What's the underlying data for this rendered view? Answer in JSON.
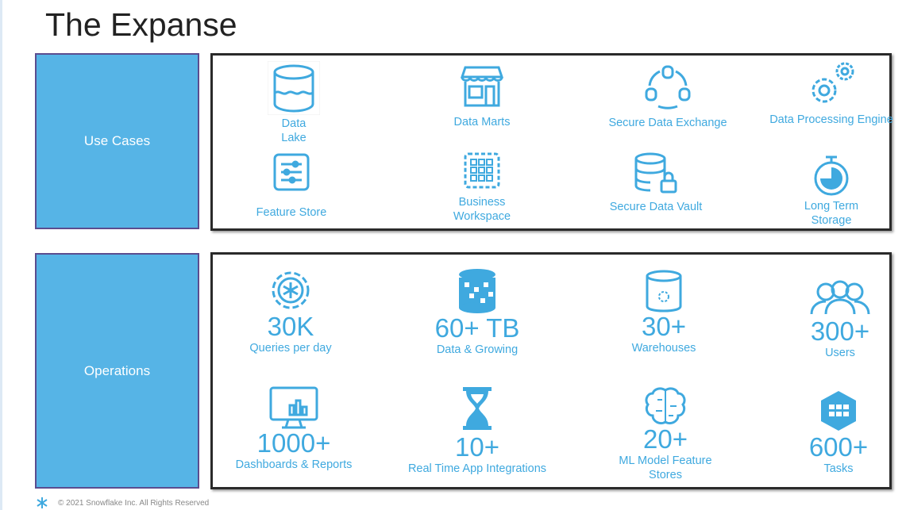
{
  "title": "The Expanse",
  "use_cases": {
    "label": "Use Cases",
    "items": [
      {
        "label": "Data Lake",
        "icon": "data-lake-icon"
      },
      {
        "label": "Data Marts",
        "icon": "storefront-icon"
      },
      {
        "label": "Secure Data Exchange",
        "icon": "data-exchange-icon"
      },
      {
        "label": "Data Processing Engine",
        "icon": "gears-icon"
      },
      {
        "label": "Feature Store",
        "icon": "sliders-icon"
      },
      {
        "label": "Business Workspace",
        "icon": "grid-icon"
      },
      {
        "label": "Secure Data Vault",
        "icon": "database-lock-icon"
      },
      {
        "label": "Long Term Storage",
        "icon": "stopwatch-icon"
      }
    ]
  },
  "operations": {
    "label": "Operations",
    "items": [
      {
        "value": "30K",
        "label": "Queries per day",
        "icon": "snowflake-gear-icon"
      },
      {
        "value": "60+ TB",
        "label": "Data & Growing",
        "icon": "database-grid-icon"
      },
      {
        "value": "30+",
        "label": "Warehouses",
        "icon": "warehouse-cylinder-icon"
      },
      {
        "value": "300+",
        "label": "Users",
        "icon": "users-icon"
      },
      {
        "value": "1000+",
        "label": "Dashboards & Reports",
        "icon": "monitor-chart-icon"
      },
      {
        "value": "10+",
        "label": "Real Time App Integrations",
        "icon": "hourglass-icon"
      },
      {
        "value": "20+",
        "label": "ML Model Feature Stores",
        "icon": "brain-circuit-icon"
      },
      {
        "value": "600+",
        "label": "Tasks",
        "icon": "hex-grid-icon"
      }
    ]
  },
  "footer": "© 2021 Snowflake Inc. All Rights Reserved",
  "colors": {
    "accent": "#3fa9df",
    "panel": "#56b4e6",
    "panel_border": "#5b4d8f"
  }
}
